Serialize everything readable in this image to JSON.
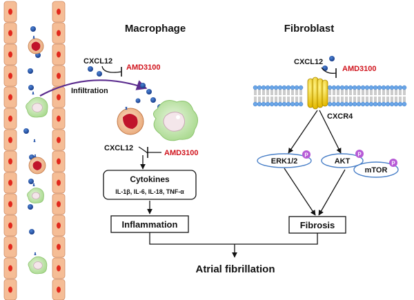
{
  "headings": {
    "macrophage": "Macrophage",
    "fibroblast": "Fibroblast"
  },
  "labels": {
    "cxcl12_top_left": "CXCL12",
    "amd3100_top_left": "AMD3100",
    "infiltration": "Infiltration",
    "cxcl12_mid_left": "CXCL12",
    "amd3100_mid_left": "AMD3100",
    "cxcl12_right": "CXCL12",
    "amd3100_right": "AMD3100",
    "cxcr4": "CXCR4"
  },
  "boxes": {
    "cytokines_title": "Cytokines",
    "cytokines_list": "IL-1β, IL-6, IL-18, TNF-α",
    "inflammation": "Inflammation",
    "fibrosis": "Fibrosis",
    "atrial_fibrillation": "Atrial fibrillation"
  },
  "kinases": {
    "erk": "ERK1/2",
    "akt": "AKT",
    "mtor": "mTOR",
    "phospho": "P"
  },
  "colors": {
    "red_text": "#d0121b",
    "membrane": "#6aa6e8",
    "receptor": "#f2d21b",
    "blood_cell": "#f3b18a",
    "cell_nucleus": "#e23a22",
    "chemokine": "#1f4fa8",
    "macrophage": "#bde3a6",
    "phospho": "#b65ad6"
  }
}
